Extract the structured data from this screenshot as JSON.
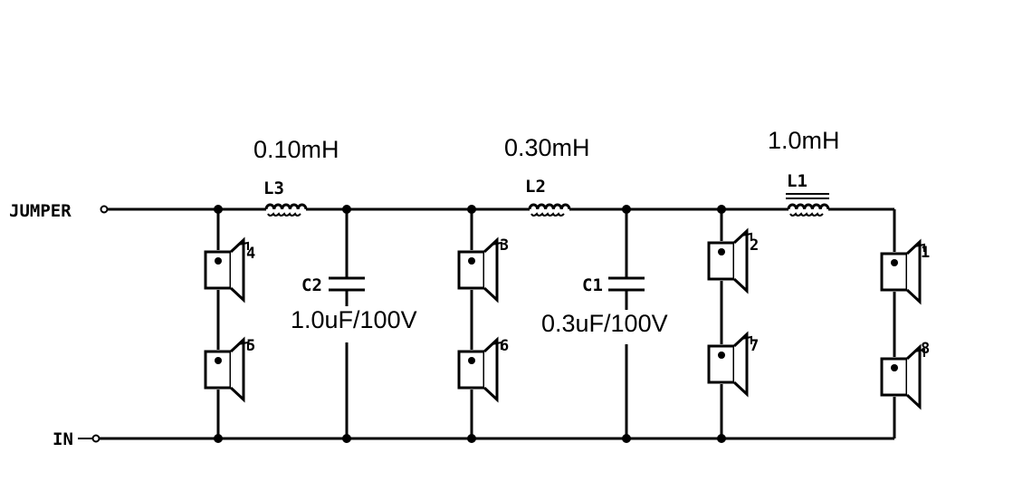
{
  "terminals": {
    "jumper": "JUMPER",
    "input": "IN"
  },
  "inductors": [
    {
      "ref": "L3",
      "value": "0.10mH"
    },
    {
      "ref": "L2",
      "value": "0.30mH"
    },
    {
      "ref": "L1",
      "value": "1.0mH"
    }
  ],
  "capacitors": [
    {
      "ref": "C2",
      "value": "1.0uF/100V"
    },
    {
      "ref": "C1",
      "value": "0.3uF/100V"
    }
  ],
  "speakers": [
    "1",
    "2",
    "3",
    "4",
    "5",
    "6",
    "7",
    "8"
  ]
}
